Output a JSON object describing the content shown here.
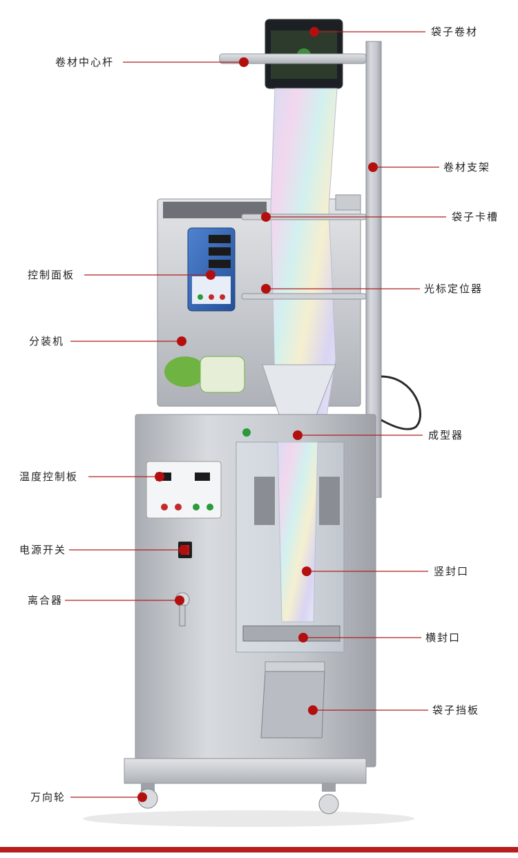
{
  "callouts": {
    "bag_roll": "袋子卷材",
    "roll_center_rod": "卷材中心杆",
    "roll_bracket": "卷材支架",
    "bag_slot": "袋子卡槽",
    "control_panel": "控制面板",
    "optical_locator": "光标定位器",
    "dispenser": "分装机",
    "former": "成型器",
    "temperature_board": "温度控制板",
    "vertical_seal": "竖封口",
    "power_switch": "电源开关",
    "clutch": "离合器",
    "horizontal_seal": "横封口",
    "bag_baffle": "袋子挡板",
    "caster": "万向轮"
  },
  "colors": {
    "accent": "#b40f0f",
    "steel": "#c9ccd1",
    "panel_blue": "#2f63b4"
  }
}
